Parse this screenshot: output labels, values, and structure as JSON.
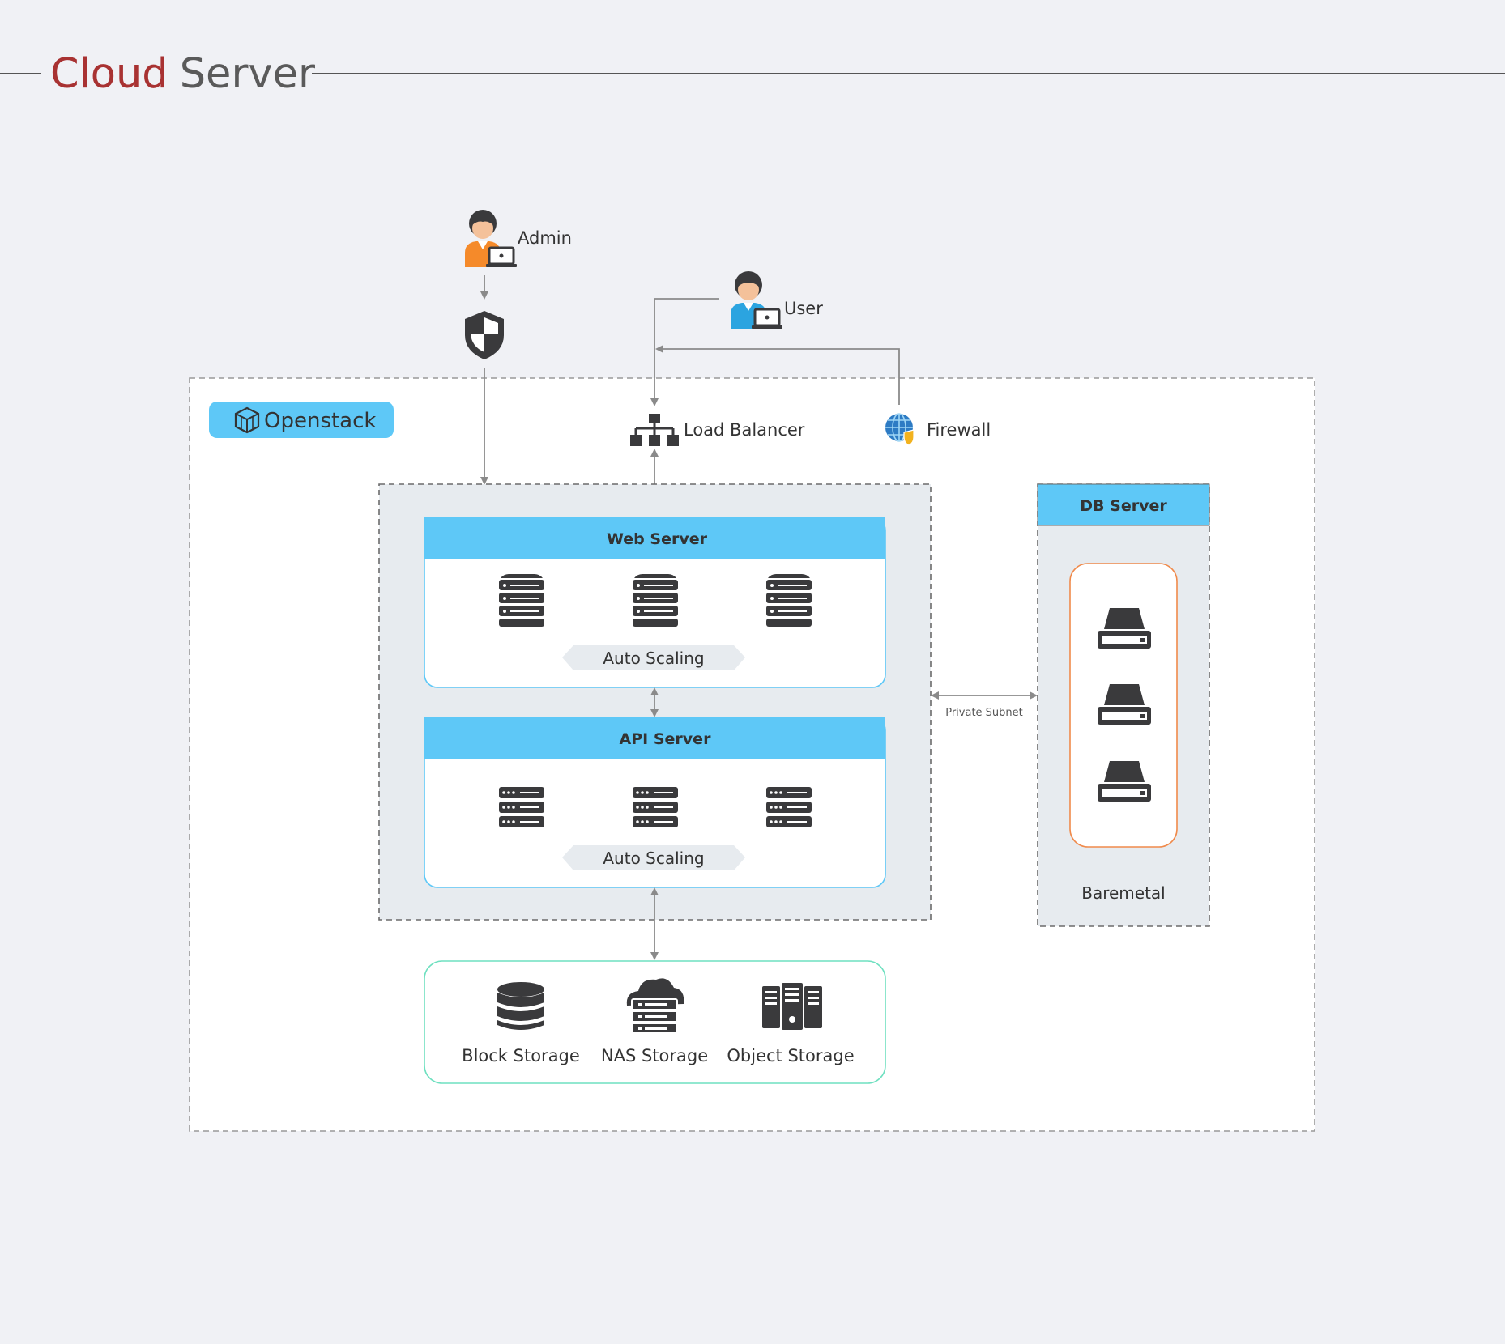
{
  "title": {
    "part1": "Cloud",
    "part2": "Server"
  },
  "actors": {
    "admin": "Admin",
    "user": "User"
  },
  "openstack": {
    "label": "Openstack"
  },
  "network": {
    "load_balancer": "Load Balancer",
    "firewall": "Firewall"
  },
  "web_server": {
    "title": "Web Server",
    "scaling": "Auto Scaling"
  },
  "api_server": {
    "title": "API Server",
    "scaling": "Auto Scaling"
  },
  "db_server": {
    "title": "DB Server",
    "footer": "Baremetal"
  },
  "subnet": {
    "label": "Private Subnet"
  },
  "storage": {
    "block": "Block Storage",
    "nas": "NAS Storage",
    "object": "Object Storage"
  },
  "colors": {
    "title_accent": "#a83232",
    "header_blue": "#5ec8f7",
    "db_border": "#f08a4b",
    "storage_border": "#6fe0c0",
    "icon_dark": "#3a3a3c"
  }
}
